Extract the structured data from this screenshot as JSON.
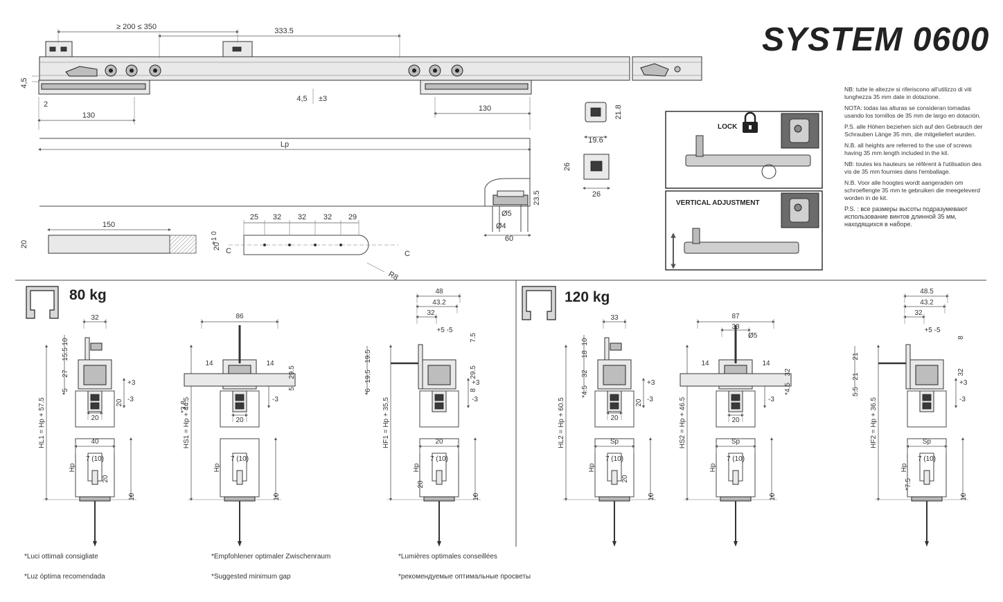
{
  "title": "SYSTEM 0600",
  "notes": [
    "NB: tutte le altezze si riferiscono all'utilizzo di viti lunghezza 35 mm date in dotazione.",
    "NOTA: todas las alturas se consideran tomadas usando los tornillos de 35 mm de largo en dotación.",
    "P.S. alle Höhen beziehen sich auf den Gebrauch der Schrauben Länge 35 mm, die mitgeliefert wurden.",
    "N.B. all heights are referred to the use of screws having 35 mm length included in the kit.",
    "NB: toutes les hauteurs se réfèrent à l'utilisation des vis de 35 mm fournies dans l'emballage.",
    "N.B. Voor alle hoogtes wordt aangeraden om schroeflengte 35 mm te gebruiken die meegeleverd worden in de kit.",
    "P.S. : все размеры высоты подразумевают использование винтов длинной 35 мм, находящихся в наборе."
  ],
  "adjust": {
    "lock_label": "LOCK",
    "vertical_label": "VERTICAL ADJUSTMENT"
  },
  "top": {
    "range": "≥ 200 ≤ 350",
    "spacing": "333.5",
    "h45_left": "4,5",
    "h45_mid": "4,5",
    "tol": "±3",
    "offset": "2",
    "len_left": "130",
    "len_right": "130",
    "lp": "Lp",
    "rail_h": "21.8",
    "rail_w": "19.6",
    "sq_h": "26",
    "sq_w": "26",
    "guide_h": "23.5",
    "d5": "Ø5",
    "d4": "Ø4",
    "guide_w": "60",
    "profile_len": "150",
    "profile_h": "20",
    "holes": [
      "25",
      "32",
      "32",
      "32",
      "29"
    ],
    "slot_h": "20",
    "slot_tol": "+1 0",
    "sec_c": "C",
    "radius": "R8"
  },
  "section_80": {
    "load": "80 kg",
    "hl1": {
      "w_top": "32",
      "dims_left": [
        "10",
        "15.5",
        "27",
        "*5"
      ],
      "adj_plus": "+3",
      "adj_minus": "-3",
      "side": "20",
      "w_mid": "20",
      "w_low": "40",
      "pin": "7 (10)",
      "pin_h": "20",
      "base": "10",
      "hp": "Hp",
      "formula": "HL1 = Hp + 57.5"
    },
    "hs1": {
      "w_top": "86",
      "flange_l": "14",
      "flange_r": "14",
      "h": "29.5",
      "gap": "5",
      "adj_plus": "+3",
      "adj_minus": "-3",
      "offset": "*3.8",
      "w_mid": "20",
      "pin": "7 (10)",
      "base": "10",
      "hp": "Hp",
      "formula": "HS1 = Hp + 44.5"
    },
    "hf1": {
      "w_outer": "48",
      "w_mid": "43.2",
      "w_inner": "32",
      "pm": "+5 -5",
      "top": "7.5",
      "h": "29.5",
      "h2": "8",
      "dims_left": [
        "19.5",
        "19.5",
        "*6"
      ],
      "adj_plus": "+3",
      "adj_minus": "-3",
      "w_low": "20",
      "pin": "7 (10)",
      "base": "10",
      "side_h": "20",
      "hp": "Hp",
      "formula": "HF1 = Hp + 35,5"
    }
  },
  "section_120": {
    "load": "120 kg",
    "hl2": {
      "w_top": "33",
      "dims_left": [
        "10",
        "18",
        "32",
        "*4.5"
      ],
      "adj_plus": "+3",
      "adj_minus": "-3",
      "side": "20",
      "w_mid": "20",
      "w_low": "Sp",
      "pin": "7 (10)",
      "pin_h": "20",
      "base": "10",
      "hp": "Hp",
      "formula": "HL2 = Hp + 60.5"
    },
    "hs2": {
      "w_top": "87",
      "w_inner": "33",
      "d5": "Ø5",
      "flange_l": "14",
      "flange_r": "14",
      "h": "32",
      "gap": "*4.5",
      "adj_plus": "+3",
      "adj_minus": "-3",
      "w_mid": "20",
      "w_low": "Sp",
      "pin": "7 (10)",
      "base": "10",
      "hp": "Hp",
      "formula": "HS2 = Hp + 46.5"
    },
    "hf2": {
      "w_outer": "48.5",
      "w_mid": "43.2",
      "pm": "+5 -5",
      "w_inner": "32",
      "top": "8",
      "h": "32",
      "dims_left": [
        "21",
        "21",
        "5.5"
      ],
      "adj_plus": "+3",
      "adj_minus": "-3",
      "w_low": "Sp",
      "pin": "7 (10)",
      "base": "10",
      "side_h": "*7.5",
      "hp": "Hp",
      "formula": "HF2 = Hp + 36.5"
    }
  },
  "footnotes": [
    "*Luci ottimali consigliate",
    "*Luz óptima recomendada",
    "*Empfohlener optimaler Zwischenraum",
    "*Suggested minimum gap",
    "*Lumières optimales conseillées",
    "*рекомендуемые оптимальные просветы"
  ]
}
